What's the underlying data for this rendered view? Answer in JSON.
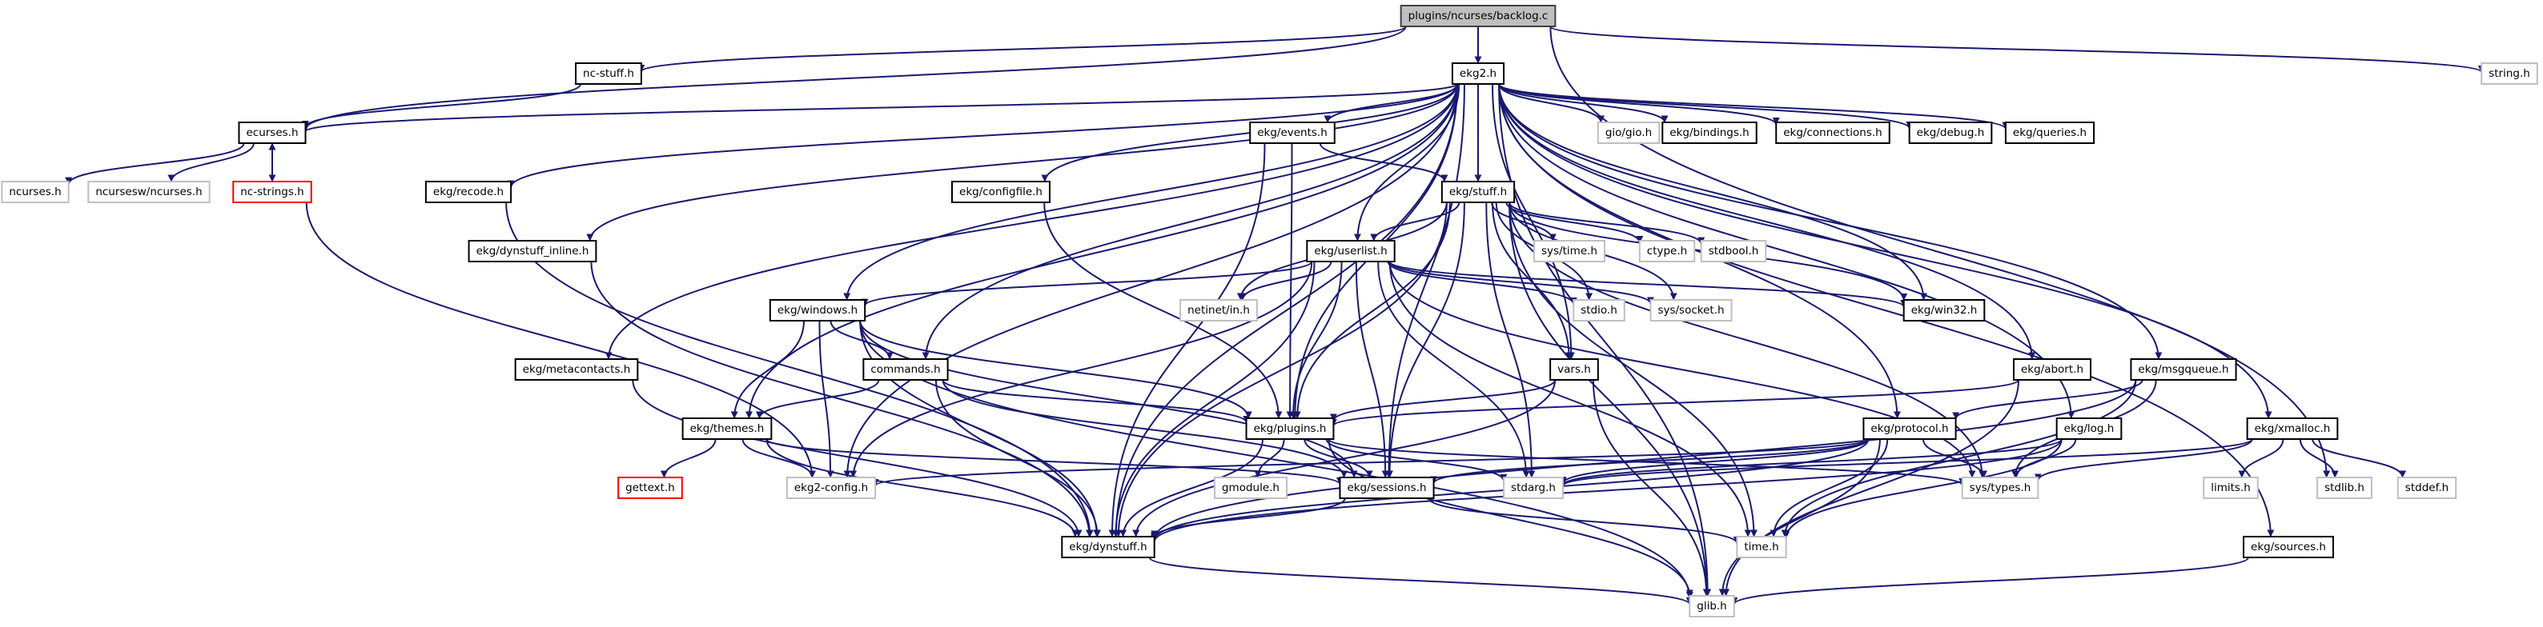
{
  "nodes": [
    {
      "id": "backlog",
      "label": "plugins/ncurses/backlog.c",
      "style": "focus"
    },
    {
      "id": "ncstuff",
      "label": "nc-stuff.h",
      "style": "normal"
    },
    {
      "id": "ekg2",
      "label": "ekg2.h",
      "style": "normal"
    },
    {
      "id": "stringh",
      "label": "string.h",
      "style": "system"
    },
    {
      "id": "ecurses",
      "label": "ecurses.h",
      "style": "normal"
    },
    {
      "id": "ncurses",
      "label": "ncurses.h",
      "style": "system"
    },
    {
      "id": "ncursesw",
      "label": "ncursesw/ncurses.h",
      "style": "system"
    },
    {
      "id": "ncstrings",
      "label": "nc-strings.h",
      "style": "missing"
    },
    {
      "id": "recode",
      "label": "ekg/recode.h",
      "style": "normal"
    },
    {
      "id": "events",
      "label": "ekg/events.h",
      "style": "normal"
    },
    {
      "id": "giogio",
      "label": "gio/gio.h",
      "style": "system"
    },
    {
      "id": "bindings",
      "label": "ekg/bindings.h",
      "style": "normal"
    },
    {
      "id": "connections",
      "label": "ekg/connections.h",
      "style": "normal"
    },
    {
      "id": "debug",
      "label": "ekg/debug.h",
      "style": "normal"
    },
    {
      "id": "queries",
      "label": "ekg/queries.h",
      "style": "normal"
    },
    {
      "id": "configfile",
      "label": "ekg/configfile.h",
      "style": "normal"
    },
    {
      "id": "stuff",
      "label": "ekg/stuff.h",
      "style": "normal"
    },
    {
      "id": "dynstuffinline",
      "label": "ekg/dynstuff_inline.h",
      "style": "normal"
    },
    {
      "id": "userlist",
      "label": "ekg/userlist.h",
      "style": "normal"
    },
    {
      "id": "systime",
      "label": "sys/time.h",
      "style": "system"
    },
    {
      "id": "ctype",
      "label": "ctype.h",
      "style": "system"
    },
    {
      "id": "stdbool",
      "label": "stdbool.h",
      "style": "system"
    },
    {
      "id": "netinet",
      "label": "netinet/in.h",
      "style": "system"
    },
    {
      "id": "stdio",
      "label": "stdio.h",
      "style": "system"
    },
    {
      "id": "syssocket",
      "label": "sys/socket.h",
      "style": "system"
    },
    {
      "id": "win32",
      "label": "ekg/win32.h",
      "style": "normal"
    },
    {
      "id": "windows",
      "label": "ekg/windows.h",
      "style": "normal"
    },
    {
      "id": "metacontacts",
      "label": "ekg/metacontacts.h",
      "style": "normal"
    },
    {
      "id": "commands",
      "label": "commands.h",
      "style": "normal"
    },
    {
      "id": "vars",
      "label": "vars.h",
      "style": "normal"
    },
    {
      "id": "abort",
      "label": "ekg/abort.h",
      "style": "normal"
    },
    {
      "id": "msgqueue",
      "label": "ekg/msgqueue.h",
      "style": "normal"
    },
    {
      "id": "themes",
      "label": "ekg/themes.h",
      "style": "normal"
    },
    {
      "id": "plugins",
      "label": "ekg/plugins.h",
      "style": "normal"
    },
    {
      "id": "protocol",
      "label": "ekg/protocol.h",
      "style": "normal"
    },
    {
      "id": "log",
      "label": "ekg/log.h",
      "style": "normal"
    },
    {
      "id": "xmalloc",
      "label": "ekg/xmalloc.h",
      "style": "normal"
    },
    {
      "id": "gettext",
      "label": "gettext.h",
      "style": "missing"
    },
    {
      "id": "ekg2config",
      "label": "ekg2-config.h",
      "style": "system"
    },
    {
      "id": "gmodule",
      "label": "gmodule.h",
      "style": "system"
    },
    {
      "id": "sessions",
      "label": "ekg/sessions.h",
      "style": "normal"
    },
    {
      "id": "stdarg",
      "label": "stdarg.h",
      "style": "system"
    },
    {
      "id": "systypes",
      "label": "sys/types.h",
      "style": "system"
    },
    {
      "id": "limits",
      "label": "limits.h",
      "style": "system"
    },
    {
      "id": "stdlib",
      "label": "stdlib.h",
      "style": "system"
    },
    {
      "id": "stddef",
      "label": "stddef.h",
      "style": "system"
    },
    {
      "id": "dynstuff",
      "label": "ekg/dynstuff.h",
      "style": "normal"
    },
    {
      "id": "timeh",
      "label": "time.h",
      "style": "system"
    },
    {
      "id": "sources",
      "label": "ekg/sources.h",
      "style": "normal"
    },
    {
      "id": "glib",
      "label": "glib.h",
      "style": "system"
    }
  ],
  "edges": [
    [
      "backlog",
      "ncstuff"
    ],
    [
      "backlog",
      "ekg2"
    ],
    [
      "backlog",
      "stringh"
    ],
    [
      "backlog",
      "ecurses"
    ],
    [
      "backlog",
      "stdlib"
    ],
    [
      "ncstuff",
      "ecurses"
    ],
    [
      "ecurses",
      "ncurses"
    ],
    [
      "ecurses",
      "ncursesw"
    ],
    [
      "ecurses",
      "ncstrings"
    ],
    [
      "ncstrings",
      "ecurses"
    ],
    [
      "ncstrings",
      "ekg2config"
    ],
    [
      "ekg2",
      "ecurses"
    ],
    [
      "ekg2",
      "recode"
    ],
    [
      "ekg2",
      "events"
    ],
    [
      "ekg2",
      "giogio"
    ],
    [
      "ekg2",
      "bindings"
    ],
    [
      "ekg2",
      "connections"
    ],
    [
      "ekg2",
      "debug"
    ],
    [
      "ekg2",
      "queries"
    ],
    [
      "ekg2",
      "configfile"
    ],
    [
      "ekg2",
      "stuff"
    ],
    [
      "ekg2",
      "dynstuffinline"
    ],
    [
      "ekg2",
      "userlist"
    ],
    [
      "ekg2",
      "windows"
    ],
    [
      "ekg2",
      "metacontacts"
    ],
    [
      "ekg2",
      "commands"
    ],
    [
      "ekg2",
      "vars"
    ],
    [
      "ekg2",
      "abort"
    ],
    [
      "ekg2",
      "msgqueue"
    ],
    [
      "ekg2",
      "themes"
    ],
    [
      "ekg2",
      "plugins"
    ],
    [
      "ekg2",
      "protocol"
    ],
    [
      "ekg2",
      "log"
    ],
    [
      "ekg2",
      "xmalloc"
    ],
    [
      "ekg2",
      "sources"
    ],
    [
      "ekg2",
      "win32"
    ],
    [
      "ekg2",
      "sessions"
    ],
    [
      "ekg2",
      "dynstuff"
    ],
    [
      "ekg2",
      "ekg2config"
    ],
    [
      "ekg2",
      "glib"
    ],
    [
      "recode",
      "dynstuff"
    ],
    [
      "events",
      "stuff"
    ],
    [
      "events",
      "plugins"
    ],
    [
      "events",
      "dynstuff"
    ],
    [
      "configfile",
      "plugins"
    ],
    [
      "dynstuffinline",
      "dynstuff"
    ],
    [
      "stuff",
      "userlist"
    ],
    [
      "stuff",
      "systime"
    ],
    [
      "stuff",
      "ctype"
    ],
    [
      "stuff",
      "stdbool"
    ],
    [
      "stuff",
      "netinet"
    ],
    [
      "stuff",
      "stdio"
    ],
    [
      "stuff",
      "syssocket"
    ],
    [
      "stuff",
      "win32"
    ],
    [
      "stuff",
      "vars"
    ],
    [
      "stuff",
      "plugins"
    ],
    [
      "stuff",
      "sessions"
    ],
    [
      "stuff",
      "stdarg"
    ],
    [
      "stuff",
      "systypes"
    ],
    [
      "stuff",
      "timeh"
    ],
    [
      "stuff",
      "dynstuff"
    ],
    [
      "stuff",
      "glib"
    ],
    [
      "userlist",
      "netinet"
    ],
    [
      "userlist",
      "stdio"
    ],
    [
      "userlist",
      "syssocket"
    ],
    [
      "userlist",
      "win32"
    ],
    [
      "userlist",
      "windows"
    ],
    [
      "userlist",
      "plugins"
    ],
    [
      "userlist",
      "sessions"
    ],
    [
      "userlist",
      "stdarg"
    ],
    [
      "userlist",
      "systypes"
    ],
    [
      "userlist",
      "timeh"
    ],
    [
      "userlist",
      "dynstuff"
    ],
    [
      "userlist",
      "ekg2config"
    ],
    [
      "windows",
      "commands"
    ],
    [
      "windows",
      "themes"
    ],
    [
      "windows",
      "plugins"
    ],
    [
      "windows",
      "sessions"
    ],
    [
      "windows",
      "dynstuff"
    ],
    [
      "windows",
      "ekg2config"
    ],
    [
      "windows",
      "glib"
    ],
    [
      "metacontacts",
      "dynstuff"
    ],
    [
      "commands",
      "themes"
    ],
    [
      "commands",
      "plugins"
    ],
    [
      "commands",
      "sessions"
    ],
    [
      "commands",
      "dynstuff"
    ],
    [
      "vars",
      "plugins"
    ],
    [
      "vars",
      "dynstuff"
    ],
    [
      "vars",
      "glib"
    ],
    [
      "abort",
      "plugins"
    ],
    [
      "abort",
      "glib"
    ],
    [
      "msgqueue",
      "protocol"
    ],
    [
      "msgqueue",
      "dynstuff"
    ],
    [
      "msgqueue",
      "timeh"
    ],
    [
      "msgqueue",
      "systypes"
    ],
    [
      "themes",
      "gettext"
    ],
    [
      "themes",
      "ekg2config"
    ],
    [
      "themes",
      "sessions"
    ],
    [
      "themes",
      "dynstuff"
    ],
    [
      "plugins",
      "gmodule"
    ],
    [
      "plugins",
      "sessions"
    ],
    [
      "plugins",
      "stdarg"
    ],
    [
      "plugins",
      "systypes"
    ],
    [
      "plugins",
      "dynstuff"
    ],
    [
      "plugins",
      "glib"
    ],
    [
      "protocol",
      "systypes"
    ],
    [
      "protocol",
      "timeh"
    ],
    [
      "protocol",
      "stdarg"
    ],
    [
      "protocol",
      "dynstuff"
    ],
    [
      "protocol",
      "sessions"
    ],
    [
      "protocol",
      "ekg2config"
    ],
    [
      "protocol",
      "glib"
    ],
    [
      "log",
      "systypes"
    ],
    [
      "log",
      "timeh"
    ],
    [
      "log",
      "dynstuff"
    ],
    [
      "log",
      "stdarg"
    ],
    [
      "xmalloc",
      "limits"
    ],
    [
      "xmalloc",
      "stddef"
    ],
    [
      "xmalloc",
      "systypes"
    ],
    [
      "xmalloc",
      "stdlib"
    ],
    [
      "xmalloc",
      "stdarg"
    ],
    [
      "sessions",
      "dynstuff"
    ],
    [
      "sessions",
      "timeh"
    ],
    [
      "dynstuff",
      "glib"
    ],
    [
      "sources",
      "glib"
    ]
  ]
}
